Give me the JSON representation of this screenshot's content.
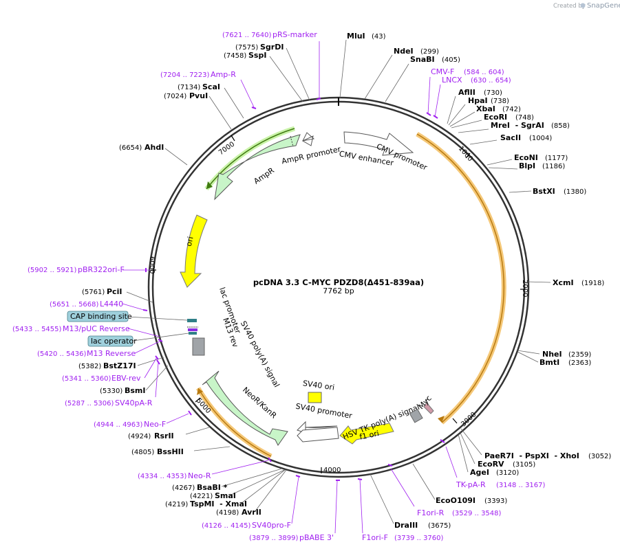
{
  "header": {
    "created_by": "Created by",
    "app": "SnapGene"
  },
  "plasmid": {
    "name": "pcDNA 3.3 C-MYC PDZD8(Δ451-839aa)",
    "length_label": "7762 bp"
  },
  "ticks": [
    "1000",
    "2000",
    "3000",
    "4000",
    "5000",
    "6000",
    "7000"
  ],
  "enzymes": [
    {
      "name": "MluI",
      "pos": "(43)"
    },
    {
      "name": "NdeI",
      "pos": "(299)"
    },
    {
      "name": "SnaBI",
      "pos": "(405)"
    },
    {
      "name": "AflII",
      "pos": "(730)"
    },
    {
      "name": "HpaI",
      "pos": "(738)"
    },
    {
      "name": "XbaI",
      "pos": "(742)"
    },
    {
      "name": "EcoRI",
      "pos": "(748)"
    },
    {
      "name": "MreI  - SgrAI",
      "pos": "(858)"
    },
    {
      "name": "SacII",
      "pos": "(1004)"
    },
    {
      "name": "EcoNI",
      "pos": "(1177)"
    },
    {
      "name": "BlpI",
      "pos": "(1186)"
    },
    {
      "name": "BstXI",
      "pos": "(1380)"
    },
    {
      "name": "XcmI",
      "pos": "(1918)"
    },
    {
      "name": "NheI",
      "pos": "(2359)"
    },
    {
      "name": "BmtI",
      "pos": "(2363)"
    },
    {
      "name": "PaeR7I  - PspXI  - XhoI",
      "pos": "(3052)"
    },
    {
      "name": "EcoRV",
      "pos": "(3105)"
    },
    {
      "name": "AgeI",
      "pos": "(3120)"
    },
    {
      "name": "EcoO109I",
      "pos": "(3393)"
    },
    {
      "name": "DraIII",
      "pos": "(3675)"
    },
    {
      "name": "AvrII",
      "pos": "(4198)"
    },
    {
      "name": "TspMI  - XmaI",
      "pos": "(4219)"
    },
    {
      "name": "SmaI",
      "pos": "(4221)"
    },
    {
      "name": "BsaBI *",
      "pos": "(4267)"
    },
    {
      "name": "BssHII",
      "pos": "(4805)"
    },
    {
      "name": "RsrII",
      "pos": "(4924)"
    },
    {
      "name": "BsmI",
      "pos": "(5330)"
    },
    {
      "name": "BstZ17I",
      "pos": "(5382)"
    },
    {
      "name": "PciI",
      "pos": "(5761)"
    },
    {
      "name": "AhdI",
      "pos": "(6654)"
    },
    {
      "name": "PvuI",
      "pos": "(7024)"
    },
    {
      "name": "ScaI",
      "pos": "(7134)"
    },
    {
      "name": "SspI",
      "pos": "(7458)"
    },
    {
      "name": "SgrDI",
      "pos": "(7575)"
    }
  ],
  "primers": [
    {
      "name": "pRS-marker",
      "range": "(7621 .. 7640)"
    },
    {
      "name": "CMV-F",
      "range": "(584 .. 604)"
    },
    {
      "name": "LNCX",
      "range": "(630 .. 654)"
    },
    {
      "name": "TK-pA-R",
      "range": "(3148 .. 3167)"
    },
    {
      "name": "F1ori-R",
      "range": "(3529 .. 3548)"
    },
    {
      "name": "F1ori-F",
      "range": "(3739 .. 3760)"
    },
    {
      "name": "pBABE 3'",
      "range": "(3879 .. 3899)"
    },
    {
      "name": "SV40pro-F",
      "range": "(4126 .. 4145)"
    },
    {
      "name": "Neo-R",
      "range": "(4334 .. 4353)"
    },
    {
      "name": "Neo-F",
      "range": "(4944 .. 4963)"
    },
    {
      "name": "SV40pA-R",
      "range": "(5287 .. 5306)"
    },
    {
      "name": "EBV-rev",
      "range": "(5341 .. 5360)"
    },
    {
      "name": "M13 Reverse",
      "range": "(5420 .. 5436)"
    },
    {
      "name": "M13/pUC Reverse",
      "range": "(5433 .. 5455)"
    },
    {
      "name": "L4440",
      "range": "(5651 .. 5668)"
    },
    {
      "name": "pBR322ori-F",
      "range": "(5902 .. 5921)"
    },
    {
      "name": "Amp-R",
      "range": "(7204 .. 7223)"
    }
  ],
  "boxed_labels": [
    "CAP binding site",
    "lac operator"
  ],
  "features": {
    "cmv_enhancer": "CMV enhancer",
    "cmv_promoter": "CMV promoter",
    "ampr_promoter": "AmpR promoter",
    "ampr": "AmpR",
    "ori": "ori",
    "lac_promoter": "lac promoter",
    "m13_rev": "M13 rev",
    "sv40_polya": "SV40 poly(A) signal",
    "neor": "NeoR/KanR",
    "sv40_ori": "SV40 ori",
    "sv40_promoter": "SV40 promoter",
    "hsv_tk": "HSV TK poly(A) signal",
    "f1_ori": "f1 ori",
    "myc": "Myc"
  },
  "colors": {
    "ring": "#333333",
    "orf": "#f5a623",
    "green_orf": "#5a9a1a",
    "primer": "#a020f0",
    "yellow_feature": "#ffff00",
    "ampr_fill": "#c8f5c8",
    "boxed_fill": "#9fd0dc"
  }
}
